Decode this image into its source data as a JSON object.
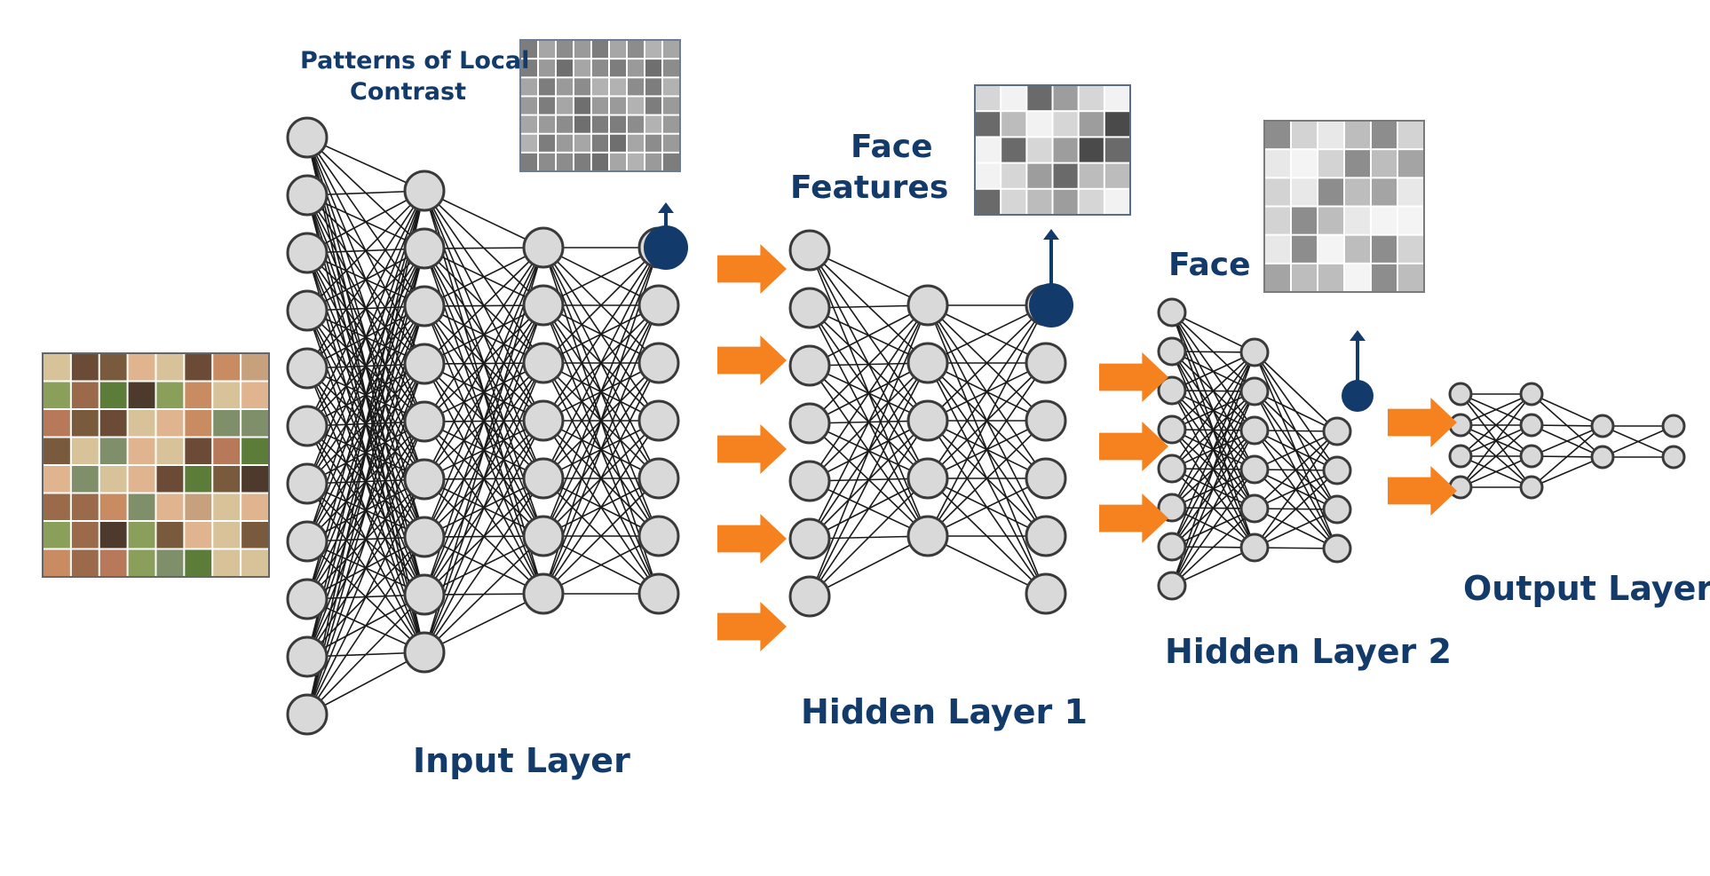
{
  "labels": {
    "input_layer": "Input Layer",
    "hidden_layer_1": "Hidden Layer 1",
    "hidden_layer_2": "Hidden Layer 2",
    "output_layer": "Output Layer",
    "patterns_line1": "Patterns of Local",
    "patterns_line2": "Contrast",
    "face_features_line1": "Face",
    "face_features_line2": "Features",
    "face": "Face"
  },
  "colors": {
    "label_text": "#123a6b",
    "node_fill": "#d9d9d9",
    "node_stroke": "#3a3a3a",
    "edge": "#1a1a1a",
    "highlight_node": "#123a6b",
    "arrow": "#f5821f"
  },
  "networks": [
    {
      "name": "input-network",
      "layers": [
        11,
        9,
        7,
        7
      ]
    },
    {
      "name": "hidden-1-network",
      "layers": [
        7,
        5,
        6
      ]
    },
    {
      "name": "hidden-2-network",
      "layers": [
        8,
        6,
        4
      ]
    },
    {
      "name": "output-network",
      "layers": [
        4,
        4,
        2,
        2
      ]
    }
  ],
  "thumbnails": [
    {
      "name": "face-photo-grid",
      "description_icon": "image-grid-icon"
    },
    {
      "name": "local-contrast-filters",
      "description_icon": "image-grid-icon"
    },
    {
      "name": "face-features-filters",
      "description_icon": "image-grid-icon"
    },
    {
      "name": "face-sketch-grid",
      "description_icon": "image-grid-icon"
    }
  ]
}
